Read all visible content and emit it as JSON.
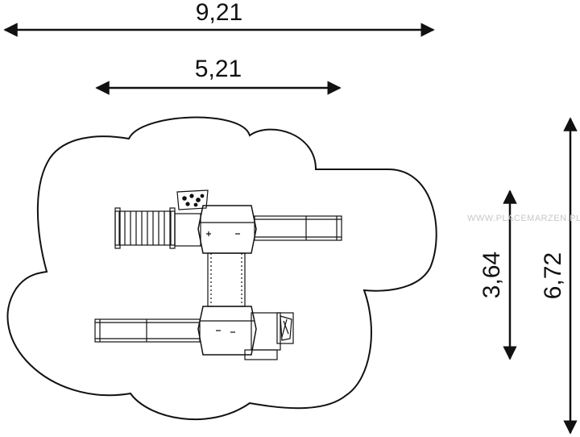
{
  "dimensions": {
    "overall_width": "9,21",
    "structure_width": "5,21",
    "structure_depth": "3,64",
    "overall_depth": "6,72"
  },
  "watermark": "WWW.PLACEMARZEN.PL",
  "colors": {
    "line": "#111111",
    "watermark": "#c8c8c8"
  }
}
